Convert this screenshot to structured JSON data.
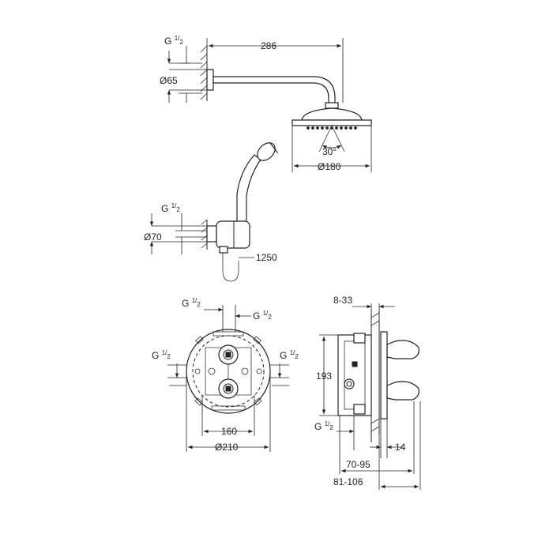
{
  "shower_arm": {
    "thread": "G",
    "thread_numerator": "1",
    "thread_denominator": "2",
    "flange_diameter": "Ø65",
    "arm_length": "286",
    "head_angle": "30°",
    "head_diameter": "Ø180"
  },
  "hand_shower": {
    "thread": "G",
    "thread_numerator": "1",
    "thread_denominator": "2",
    "outlet_diameter": "Ø70",
    "hose_length": "1250"
  },
  "valve_front": {
    "top_left_thread": "G",
    "top_left_num": "1",
    "top_left_den": "2",
    "top_right_thread": "G",
    "top_right_num": "1",
    "top_right_den": "2",
    "left_thread": "G",
    "left_num": "1",
    "left_den": "2",
    "right_thread": "G",
    "right_num": "1",
    "right_den": "2",
    "inner_width": "160",
    "plate_diameter": "Ø210"
  },
  "valve_side": {
    "wall_range": "8-33",
    "height": "193",
    "bottom_thread": "G",
    "bottom_num": "1",
    "bottom_den": "2",
    "plate_depth": "14",
    "depth_range_1": "70-95",
    "depth_range_2": "81-106"
  }
}
